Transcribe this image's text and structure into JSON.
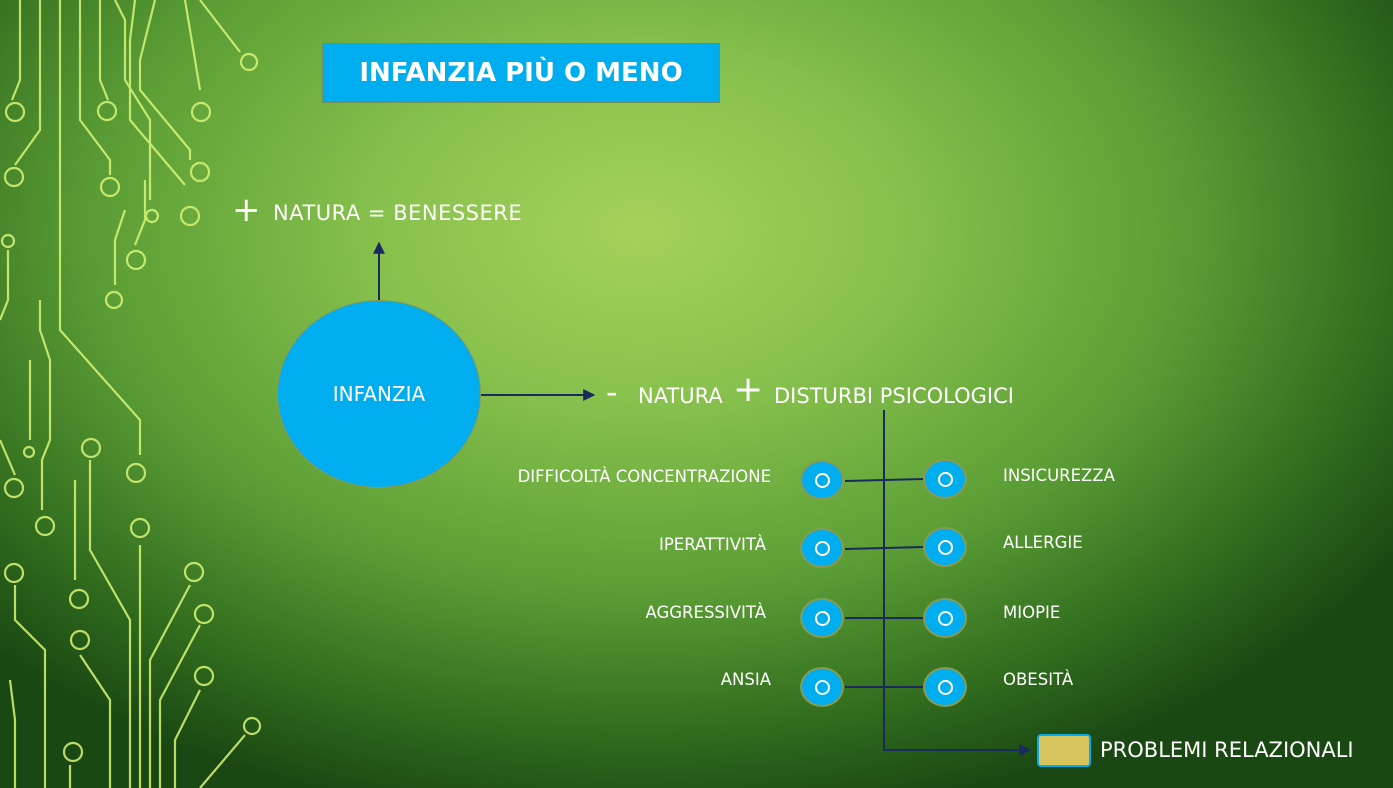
{
  "title": "INFANZIA PIÙ O MENO",
  "top_branch": {
    "sign": "+",
    "text": "NATURA = BENESSERE"
  },
  "center": "INFANZIA",
  "right_branch": {
    "minus": "-",
    "natura": "NATURA",
    "plus": "+",
    "disturbi": "DISTURBI PSICOLOGICI"
  },
  "left_items": [
    "DIFFICOLTÀ CONCENTRAZIONE",
    "IPERATTIVITÀ",
    "AGGRESSIVITÀ",
    "ANSIA"
  ],
  "right_items": [
    "INSICUREZZA",
    "ALLERGIE",
    "MIOPIE",
    "OBESITÀ"
  ],
  "bottom_item": "PROBLEMI RELAZIONALI",
  "colors": {
    "accent_blue": "#00adef",
    "line_navy": "#1a2a5e",
    "circuit": "#d4f56a",
    "box_gold": "#d8c45d"
  }
}
